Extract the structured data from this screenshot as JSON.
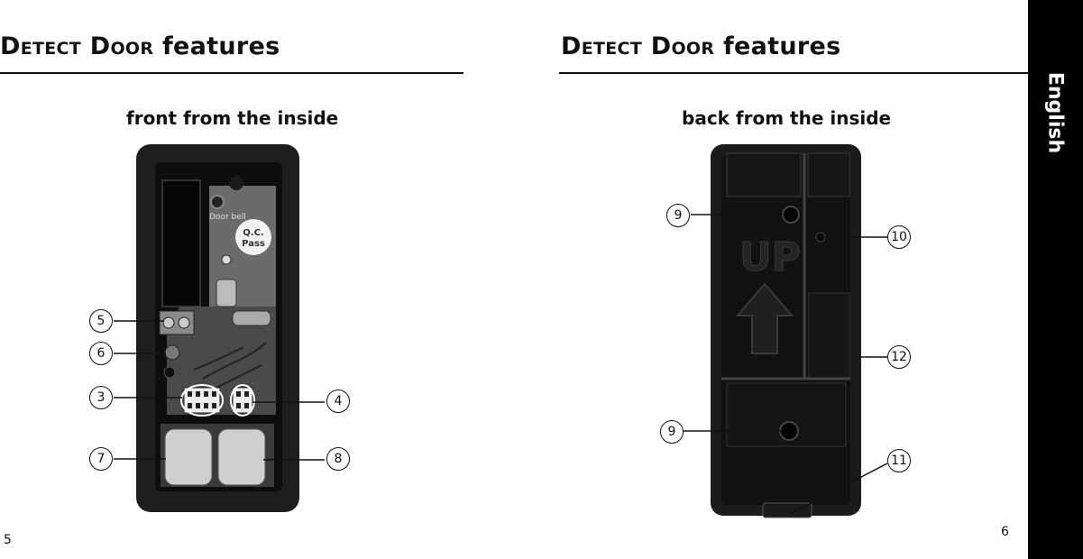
{
  "left_page": {
    "title_caps": "Detect Door",
    "title_rest": "features",
    "subtitle": "front from the inside",
    "page_number": "5",
    "callouts": [
      "5",
      "6",
      "3",
      "4",
      "7",
      "8"
    ],
    "pcb_text": [
      "Door bell",
      "Q.C.",
      "Pass"
    ]
  },
  "right_page": {
    "title_caps": "Detect Door",
    "title_rest": "features",
    "subtitle": "back from the inside",
    "page_number": "6",
    "callouts": [
      "9",
      "10",
      "12",
      "9",
      "11"
    ],
    "embossed_text": "UP"
  },
  "side_tab": {
    "label": "English"
  }
}
